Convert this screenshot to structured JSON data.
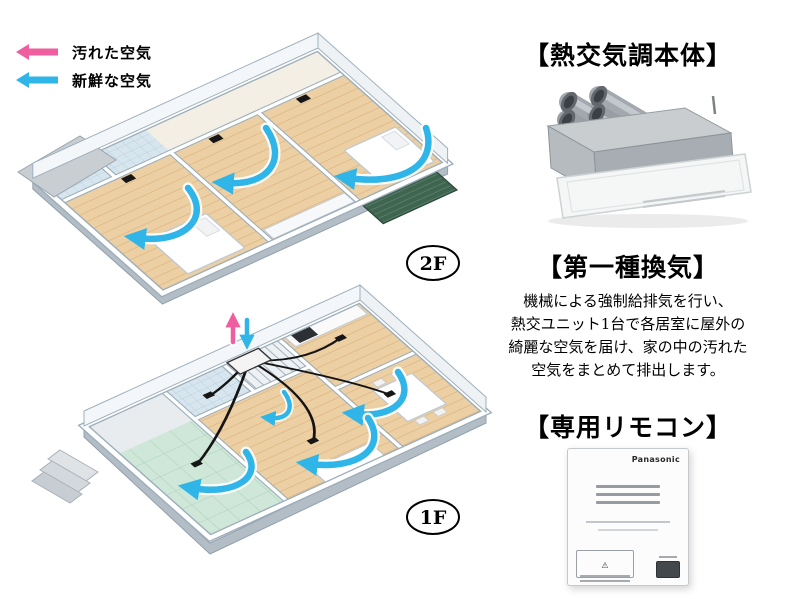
{
  "legend": {
    "dirty_air_label": "汚れた空気",
    "fresh_air_label": "新鮮な空気"
  },
  "floor_labels": {
    "second_floor": "2F",
    "first_floor": "1F"
  },
  "unit_section": {
    "title": "【熱交気調本体】"
  },
  "ventilation_section": {
    "title": "【第一種換気】",
    "description_lines": {
      "line1": "機械による強制給排気を行い、",
      "line2": "熱交ユニット1台で各居室に屋外の",
      "line3": "綺麗な空気を届け、家の中の汚れた",
      "line4": "空気をまとめて排出します。"
    }
  },
  "remote_section": {
    "title": "【専用リモコン】",
    "brand": "Panasonic"
  },
  "colors": {
    "dirty_air": "#ef5f9f",
    "fresh_air": "#2fb5e8"
  }
}
